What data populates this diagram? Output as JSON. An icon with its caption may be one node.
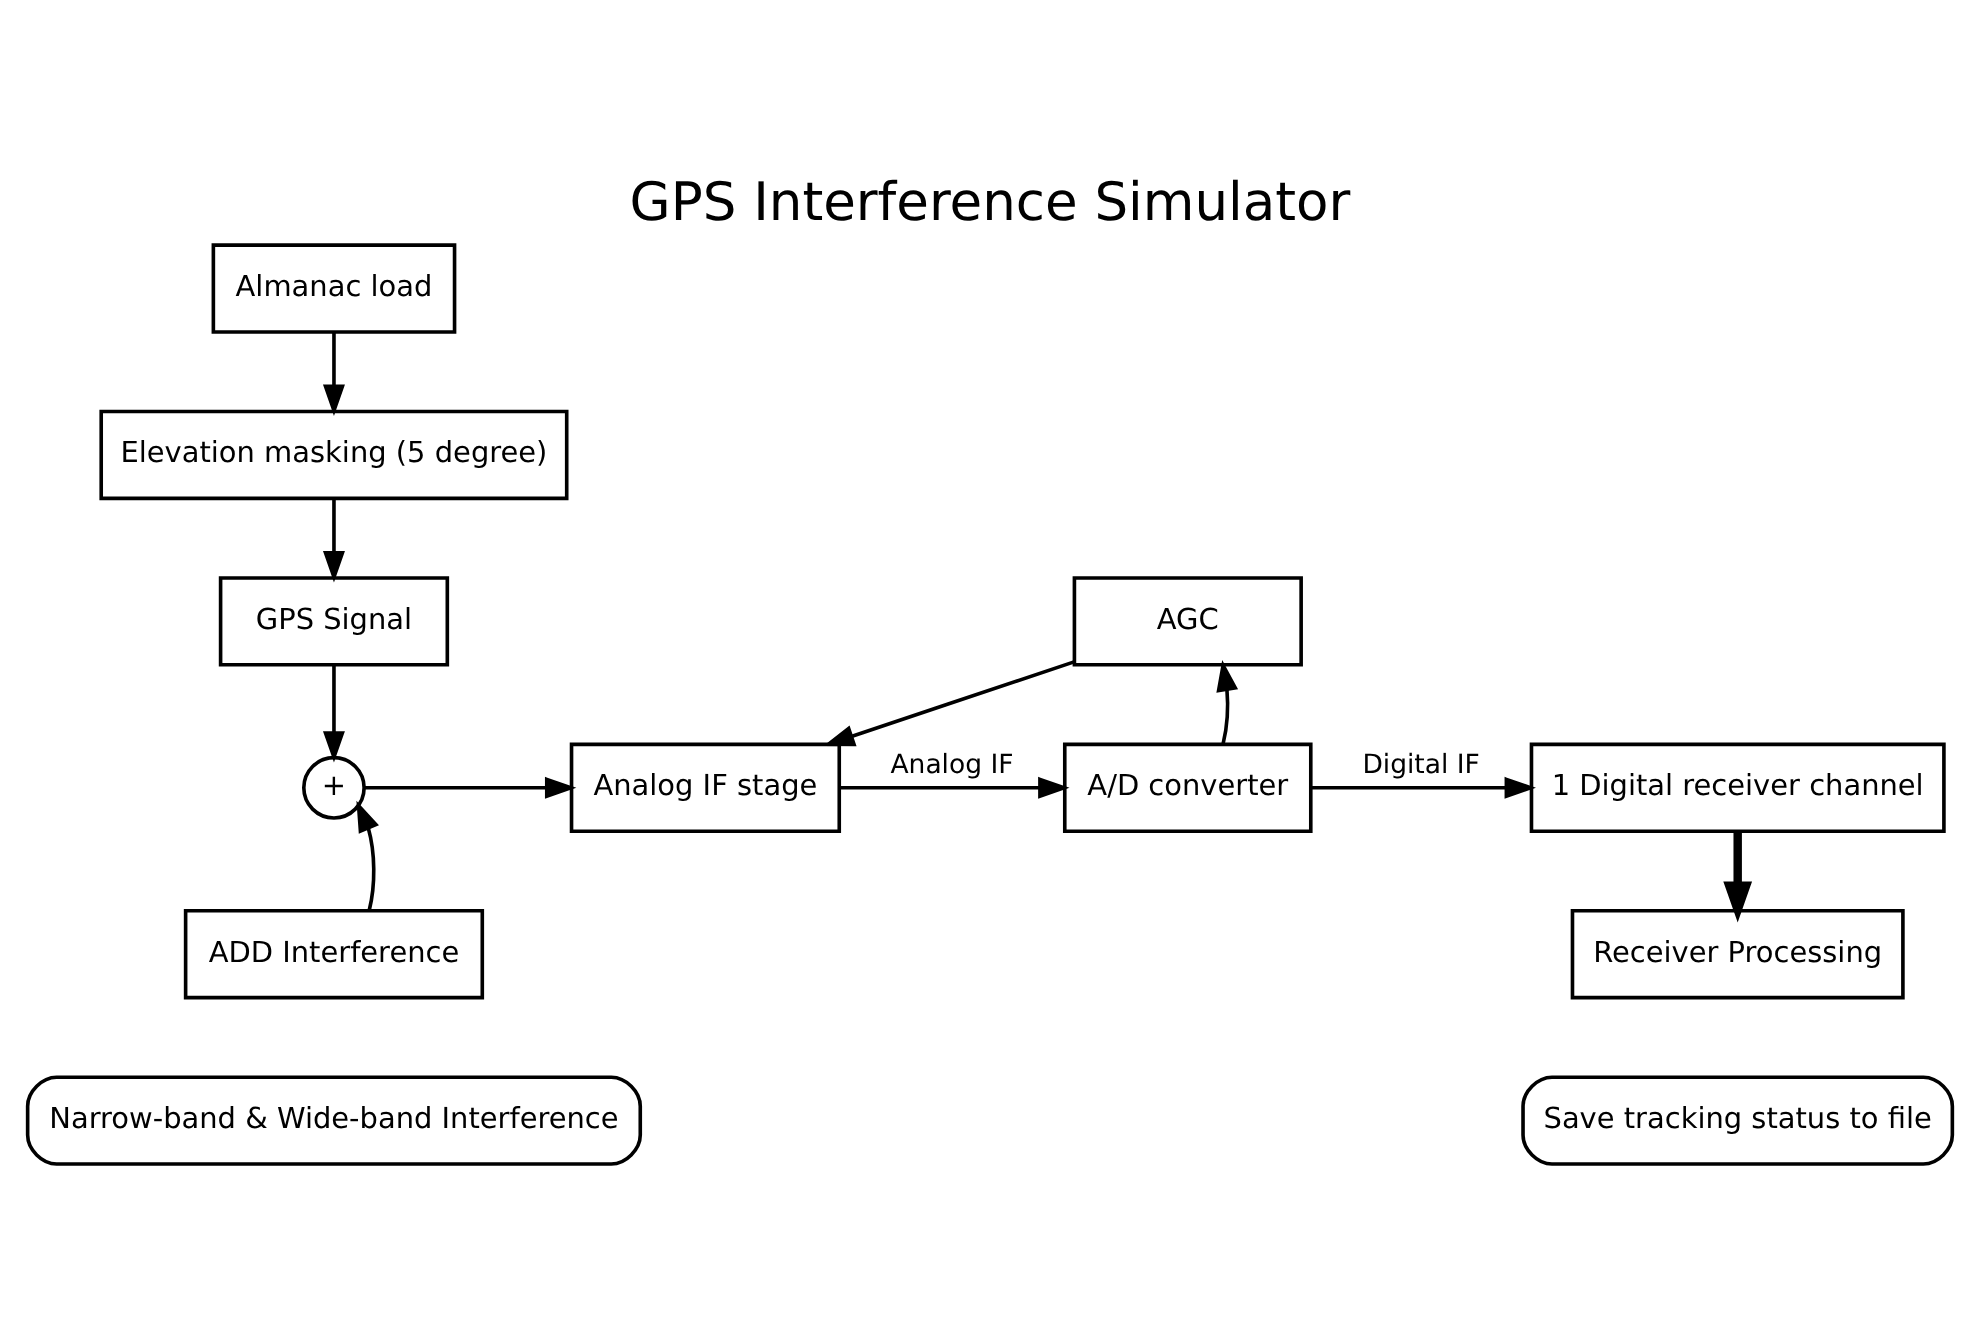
{
  "diagram": {
    "title": "GPS Interference Simulator",
    "nodes": [
      {
        "text": [
          "Almanac load"
        ]
      },
      {
        "text": [
          "Elevation masking (5 degree)"
        ]
      },
      {
        "text": [
          "GPS Signal"
        ]
      },
      {
        "text": [
          "+"
        ]
      },
      {
        "text": [
          "ADD Interference"
        ]
      },
      {
        "text": [
          "Narrow-band & Wide-band Interference"
        ]
      },
      {
        "text": [
          "Analog IF stage"
        ]
      },
      {
        "text": [
          "AGC"
        ]
      },
      {
        "text": [
          "A/D converter"
        ]
      },
      {
        "text": [
          "1 Digital receiver channel"
        ]
      },
      {
        "text": [
          "Receiver Processing"
        ]
      },
      {
        "text": [
          "Save tracking status to file"
        ]
      }
    ],
    "edges": [
      {
        "from": 0,
        "to": 1,
        "arrow": "to"
      },
      {
        "from": 1,
        "to": 2,
        "arrow": "to"
      },
      {
        "from": 2,
        "to": 3,
        "arrow": "to"
      },
      {
        "from": 4,
        "to": 3,
        "arrow": "to"
      },
      {
        "from": 3,
        "to": 6,
        "arrow": "to"
      },
      {
        "from": 7,
        "to": 6,
        "arrow": "to"
      },
      {
        "from": 6,
        "to": 8,
        "arrow": "to",
        "label": "Analog IF"
      },
      {
        "from": 8,
        "to": 7,
        "arrow": "to"
      },
      {
        "from": 8,
        "to": 9,
        "arrow": "to",
        "label": "Digital IF"
      },
      {
        "from": 9,
        "to": 10,
        "arrow": "to",
        "style": "thick"
      }
    ]
  }
}
